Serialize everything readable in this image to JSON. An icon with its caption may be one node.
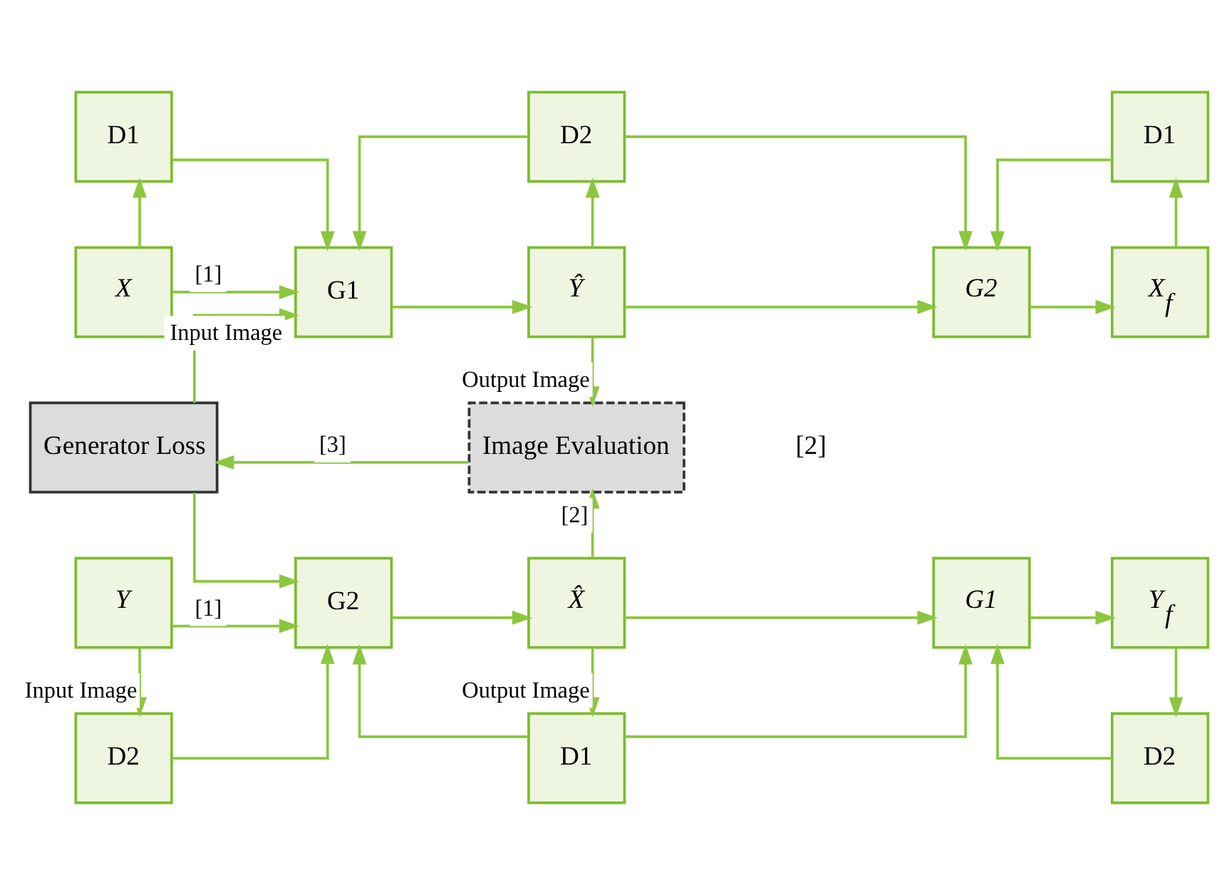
{
  "diagram": {
    "nodes": [
      {
        "text": [
          "D1"
        ]
      },
      {
        "text": [
          "X"
        ]
      },
      {
        "text": [
          "G1"
        ]
      },
      {
        "text": [
          "D2"
        ]
      },
      {
        "text": [
          "Ŷ"
        ]
      },
      {
        "text": [
          "G2"
        ]
      },
      {
        "text": [
          "D1"
        ]
      },
      {
        "text": [
          "X$_{f}$"
        ]
      },
      {
        "text": [
          "Generator Loss"
        ]
      },
      {
        "text": [
          "Image Evaluation"
        ]
      },
      {
        "text": [
          "Y"
        ]
      },
      {
        "text": [
          "G2"
        ]
      },
      {
        "text": [
          "X̂"
        ]
      },
      {
        "text": [
          "G1"
        ]
      },
      {
        "text": [
          "Y$_{f}$"
        ]
      },
      {
        "text": [
          "D2"
        ]
      },
      {
        "text": [
          "D1"
        ]
      },
      {
        "text": [
          "D2"
        ]
      }
    ],
    "edges": [
      {
        "from": 1,
        "to": 0,
        "arrow": "to"
      },
      {
        "from": 0,
        "to": 2,
        "arrow": "to"
      },
      {
        "from": 1,
        "to": 2,
        "arrow": "to",
        "label": "[1]"
      },
      {
        "from": 8,
        "to": 2,
        "arrow": "to",
        "label": "Input Image"
      },
      {
        "from": 2,
        "to": 4,
        "arrow": "to"
      },
      {
        "from": 4,
        "to": 3,
        "arrow": "to"
      },
      {
        "from": 3,
        "to": 2,
        "arrow": "to"
      },
      {
        "from": 3,
        "to": 5,
        "arrow": "to"
      },
      {
        "from": 4,
        "to": 5,
        "arrow": "to"
      },
      {
        "from": 5,
        "to": 7,
        "arrow": "to"
      },
      {
        "from": 7,
        "to": 6,
        "arrow": "to"
      },
      {
        "from": 6,
        "to": 5,
        "arrow": "to"
      },
      {
        "from": 4,
        "to": 9,
        "arrow": "to",
        "label": "Output Image"
      },
      {
        "from": 9,
        "to": 8,
        "arrow": "to",
        "label": "[3]"
      },
      {
        "from": 8,
        "to": 11,
        "arrow": "to"
      },
      {
        "from": 10,
        "to": 11,
        "arrow": "to",
        "label": "[1]"
      },
      {
        "from": 10,
        "to": 15,
        "arrow": "to",
        "label": "Input Image"
      },
      {
        "from": 15,
        "to": 11,
        "arrow": "to"
      },
      {
        "from": 11,
        "to": 12,
        "arrow": "to"
      },
      {
        "from": 12,
        "to": 9,
        "arrow": "to",
        "label": "[2]"
      },
      {
        "from": 12,
        "to": 16,
        "arrow": "to",
        "label": "Output Image"
      },
      {
        "from": 16,
        "to": 11,
        "arrow": "to"
      },
      {
        "from": 12,
        "to": 13,
        "arrow": "to"
      },
      {
        "from": 16,
        "to": 13,
        "arrow": "to"
      },
      {
        "from": 13,
        "to": 14,
        "arrow": "to"
      },
      {
        "from": 14,
        "to": 17,
        "arrow": "to"
      },
      {
        "from": 17,
        "to": 13,
        "arrow": "to"
      }
    ],
    "labels": [
      "[2]"
    ]
  }
}
